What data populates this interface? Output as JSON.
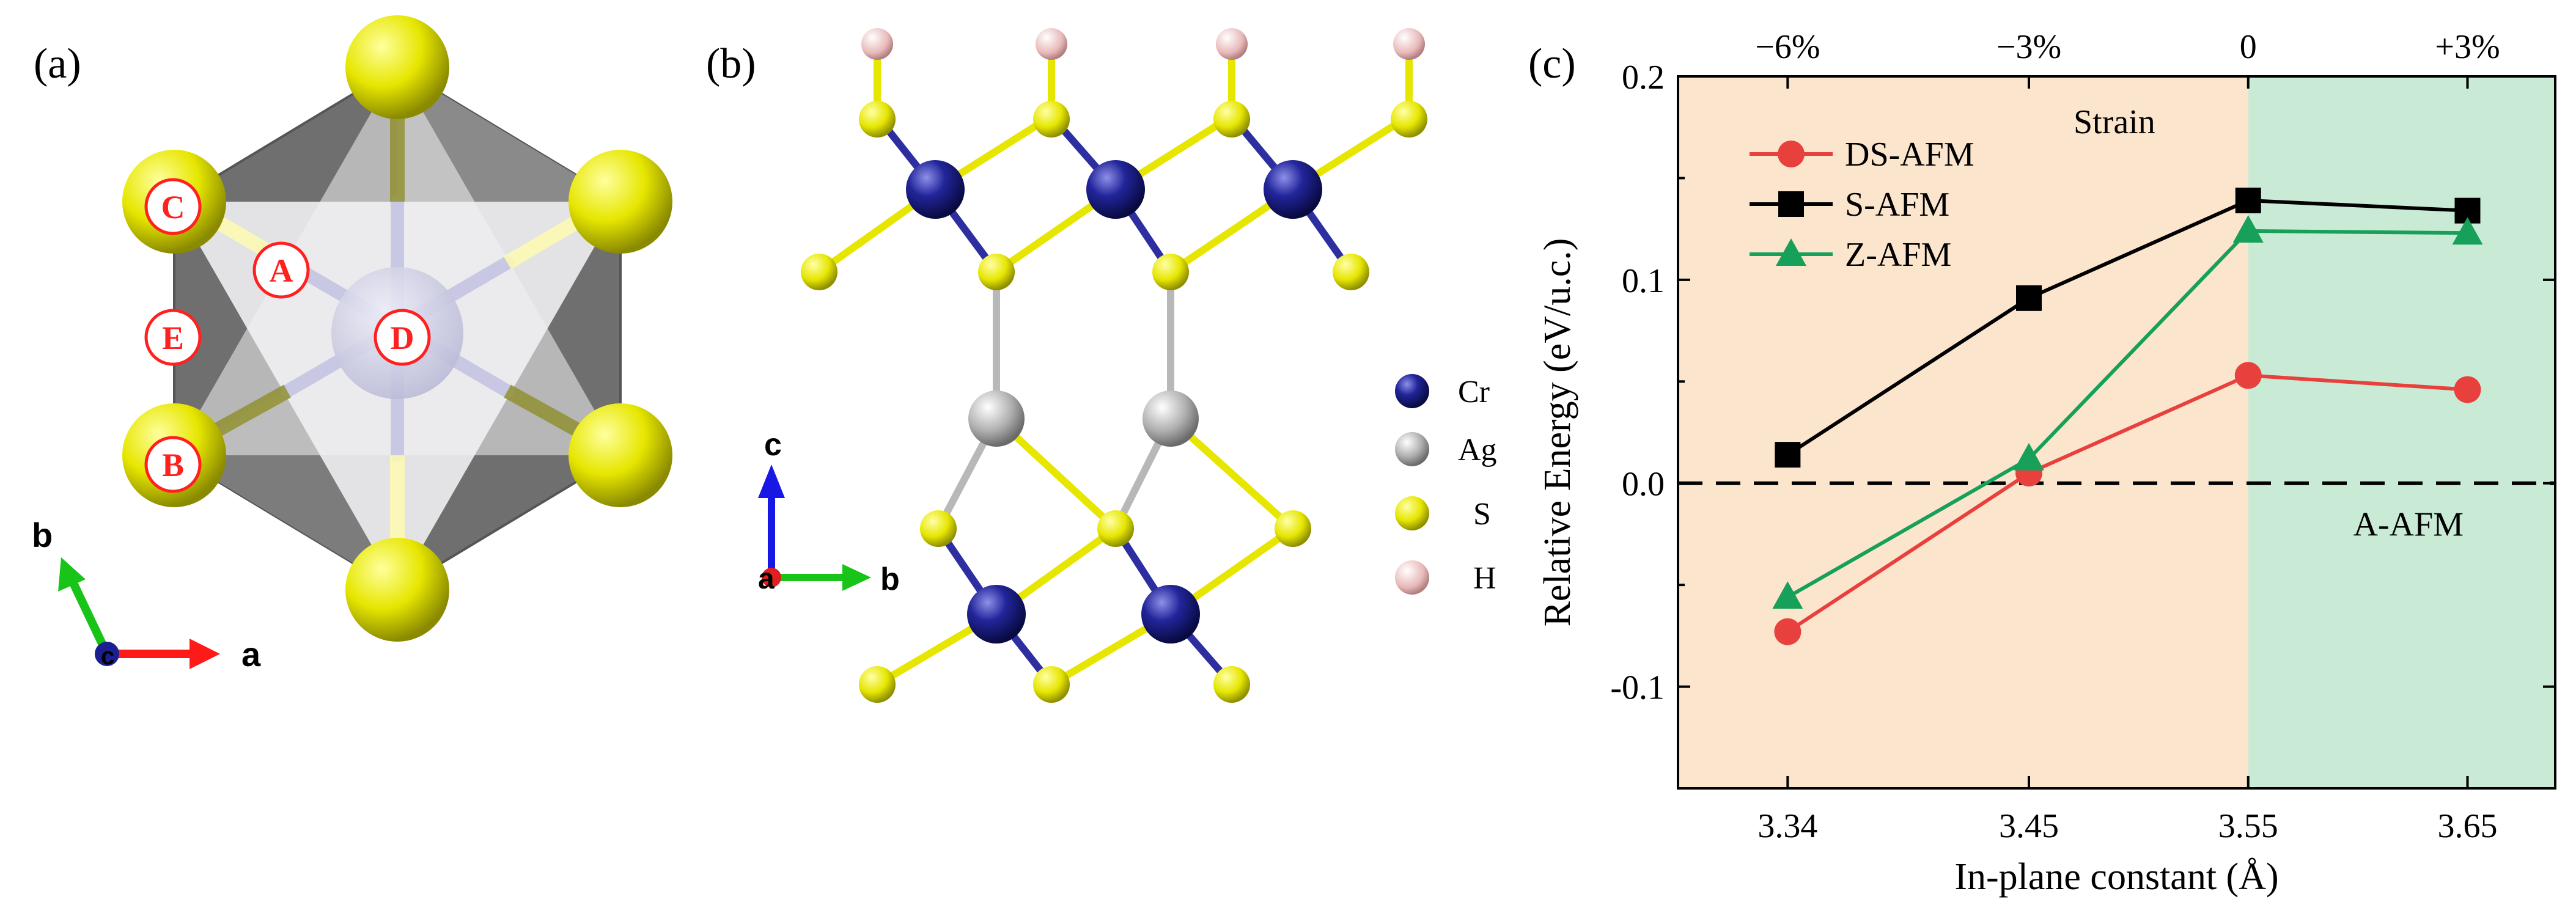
{
  "panels": {
    "a": {
      "label": "(a)",
      "sites": [
        "A",
        "B",
        "C",
        "D",
        "E"
      ],
      "axes": {
        "x": "a",
        "y": "b",
        "origin": "c"
      }
    },
    "b": {
      "label": "(b)",
      "axes": {
        "up": "c",
        "right": "b",
        "origin": "a"
      },
      "legend": [
        {
          "label": "Cr",
          "color": "#1c1f8f"
        },
        {
          "label": "Ag",
          "color": "#a8a8a8"
        },
        {
          "label": "S",
          "color": "#e6e600"
        },
        {
          "label": "H",
          "color": "#e8b8b8"
        }
      ]
    },
    "c": {
      "label": "(c)"
    }
  },
  "chart_data": {
    "type": "line",
    "xlabel": "In-plane constant (Å)",
    "ylabel": "Relative Energy (eV/u.c.)",
    "x": [
      3.34,
      3.45,
      3.55,
      3.65
    ],
    "x_tick_labels": [
      "3.34",
      "3.45",
      "3.55",
      "3.65"
    ],
    "top_tick_labels": [
      "−6%",
      "−3%",
      "0",
      "+3%"
    ],
    "y_ticks": [
      -0.1,
      0.0,
      0.1,
      0.2
    ],
    "y_tick_labels": [
      "-0.1",
      "0.0",
      "0.1",
      "0.2"
    ],
    "xlim": [
      3.29,
      3.69
    ],
    "ylim": [
      -0.15,
      0.2
    ],
    "shading": [
      {
        "from": 3.29,
        "to": 3.55,
        "color": "#fce5cd"
      },
      {
        "from": 3.55,
        "to": 3.69,
        "color": "#c9ebd5"
      }
    ],
    "annotations": {
      "strain": "Strain",
      "reference": "A-AFM"
    },
    "reference_line": 0.0,
    "legend_position": "top-left",
    "series": [
      {
        "name": "DS-AFM",
        "color": "#e8403d",
        "marker": "circle",
        "values": [
          -0.073,
          0.005,
          0.053,
          0.046
        ]
      },
      {
        "name": "S-AFM",
        "color": "#000000",
        "marker": "square",
        "values": [
          0.014,
          0.091,
          0.139,
          0.134
        ]
      },
      {
        "name": "Z-AFM",
        "color": "#16a05a",
        "marker": "triangle",
        "values": [
          -0.056,
          0.012,
          0.124,
          0.123
        ]
      }
    ]
  }
}
